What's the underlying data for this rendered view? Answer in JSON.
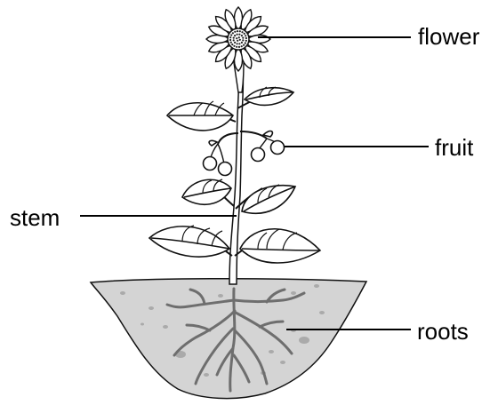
{
  "labels": {
    "flower": "flower",
    "fruit": "fruit",
    "stem": "stem",
    "roots": "roots"
  },
  "colors": {
    "ink": "#000000",
    "soil": "#d4d4d4",
    "soil_speck": "#aaaaaa",
    "leaf_fill": "#ffffff",
    "root": "#6e6e6e"
  }
}
